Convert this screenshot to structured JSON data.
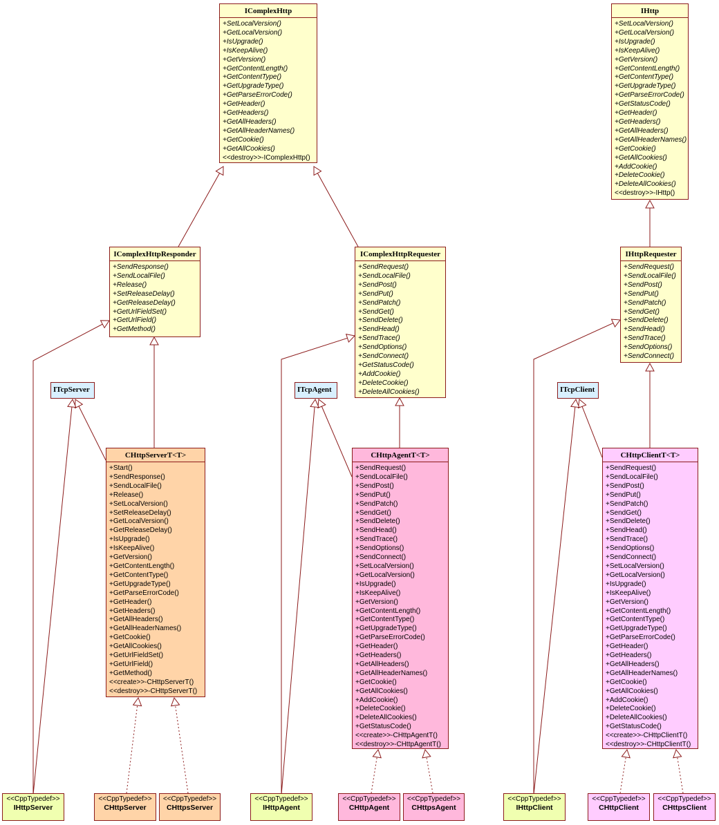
{
  "interfaces": {
    "icomplexhttp": {
      "name": "IComplexHttp",
      "methods": [
        "+SetLocalVersion()",
        "+GetLocalVersion()",
        "+IsUpgrade()",
        "+IsKeepAlive()",
        "+GetVersion()",
        "+GetContentLength()",
        "+GetContentType()",
        "+GetUpgradeType()",
        "+GetParseErrorCode()",
        "+GetHeader()",
        "+GetHeaders()",
        "+GetAllHeaders()",
        "+GetAllHeaderNames()",
        "+GetCookie()",
        "+GetAllCookies()"
      ],
      "destructor": "<<destroy>>-IComplexHttp()"
    },
    "ihttp": {
      "name": "IHttp",
      "methods": [
        "+SetLocalVersion()",
        "+GetLocalVersion()",
        "+IsUpgrade()",
        "+IsKeepAlive()",
        "+GetVersion()",
        "+GetContentLength()",
        "+GetContentType()",
        "+GetUpgradeType()",
        "+GetParseErrorCode()",
        "+GetStatusCode()",
        "+GetHeader()",
        "+GetHeaders()",
        "+GetAllHeaders()",
        "+GetAllHeaderNames()",
        "+GetCookie()",
        "+GetAllCookies()",
        "+AddCookie()",
        "+DeleteCookie()",
        "+DeleteAllCookies()"
      ],
      "destructor": "<<destroy>>-IHttp()"
    },
    "responder": {
      "name": "IComplexHttpResponder",
      "methods": [
        "+SendResponse()",
        "+SendLocalFile()",
        "+Release()",
        "+SetReleaseDelay()",
        "+GetReleaseDelay()",
        "+GetUrlFieldSet()",
        "+GetUrlField()",
        "+GetMethod()"
      ]
    },
    "requester": {
      "name": "IComplexHttpRequester",
      "methods": [
        "+SendRequest()",
        "+SendLocalFile()",
        "+SendPost()",
        "+SendPut()",
        "+SendPatch()",
        "+SendGet()",
        "+SendDelete()",
        "+SendHead()",
        "+SendTrace()",
        "+SendOptions()",
        "+SendConnect()",
        "+GetStatusCode()",
        "+AddCookie()",
        "+DeleteCookie()",
        "+DeleteAllCookies()"
      ]
    },
    "ihttprequester": {
      "name": "IHttpRequester",
      "methods": [
        "+SendRequest()",
        "+SendLocalFile()",
        "+SendPost()",
        "+SendPut()",
        "+SendPatch()",
        "+SendGet()",
        "+SendDelete()",
        "+SendHead()",
        "+SendTrace()",
        "+SendOptions()",
        "+SendConnect()"
      ]
    }
  },
  "tcp": {
    "server": "ITcpServer",
    "agent": "ITcpAgent",
    "client": "ITcpClient"
  },
  "classes": {
    "server": {
      "name": "CHttpServerT<T>",
      "methods": [
        "+Start()",
        "+SendResponse()",
        "+SendLocalFile()",
        "+Release()",
        "+SetLocalVersion()",
        "+SetReleaseDelay()",
        "+GetLocalVersion()",
        "+GetReleaseDelay()",
        "+IsUpgrade()",
        "+IsKeepAlive()",
        "+GetVersion()",
        "+GetContentLength()",
        "+GetContentType()",
        "+GetUpgradeType()",
        "+GetParseErrorCode()",
        "+GetHeader()",
        "+GetHeaders()",
        "+GetAllHeaders()",
        "+GetAllHeaderNames()",
        "+GetCookie()",
        "+GetAllCookies()",
        "+GetUrlFieldSet()",
        "+GetUrlField()",
        "+GetMethod()",
        "<<create>>-CHttpServerT()",
        "<<destroy>>-CHttpServerT()"
      ]
    },
    "agent": {
      "name": "CHttpAgentT<T>",
      "methods": [
        "+SendRequest()",
        "+SendLocalFile()",
        "+SendPost()",
        "+SendPut()",
        "+SendPatch()",
        "+SendGet()",
        "+SendDelete()",
        "+SendHead()",
        "+SendTrace()",
        "+SendOptions()",
        "+SendConnect()",
        "+SetLocalVersion()",
        "+GetLocalVersion()",
        "+IsUpgrade()",
        "+IsKeepAlive()",
        "+GetVersion()",
        "+GetContentLength()",
        "+GetContentType()",
        "+GetUpgradeType()",
        "+GetParseErrorCode()",
        "+GetHeader()",
        "+GetHeaders()",
        "+GetAllHeaders()",
        "+GetAllHeaderNames()",
        "+GetCookie()",
        "+GetAllCookies()",
        "+AddCookie()",
        "+DeleteCookie()",
        "+DeleteAllCookies()",
        "+GetStatusCode()",
        "<<create>>-CHttpAgentT()",
        "<<destroy>>-CHttpAgentT()"
      ]
    },
    "client": {
      "name": "CHttpClientT<T>",
      "methods": [
        "+SendRequest()",
        "+SendLocalFile()",
        "+SendPost()",
        "+SendPut()",
        "+SendPatch()",
        "+SendGet()",
        "+SendDelete()",
        "+SendHead()",
        "+SendTrace()",
        "+SendOptions()",
        "+SendConnect()",
        "+SetLocalVersion()",
        "+GetLocalVersion()",
        "+IsUpgrade()",
        "+IsKeepAlive()",
        "+GetVersion()",
        "+GetContentLength()",
        "+GetContentType()",
        "+GetUpgradeType()",
        "+GetParseErrorCode()",
        "+GetHeader()",
        "+GetHeaders()",
        "+GetAllHeaders()",
        "+GetAllHeaderNames()",
        "+GetCookie()",
        "+GetAllCookies()",
        "+AddCookie()",
        "+DeleteCookie()",
        "+DeleteAllCookies()",
        "+GetStatusCode()",
        "<<create>>-CHttpClientT()",
        "<<destroy>>-CHttpClientT()"
      ]
    }
  },
  "typedefs": {
    "stereotype": "<<CppTypedef>>",
    "ihttpserver": "IHttpServer",
    "chttpserver": "CHttpServer",
    "chttpsserver": "CHttpsServer",
    "ihttpagent": "IHttpAgent",
    "chttpagent": "CHttpAgent",
    "chttpsagent": "CHttpsAgent",
    "ihttpclient": "IHttpClient",
    "chttpclient": "CHttpClient",
    "chttpsclient": "CHttpsClient"
  },
  "colors": {
    "line": "#8b1a1a",
    "interface_fill": "#ffffcc",
    "server_fill": "#ffd4a8",
    "agent_fill": "#ffb8dc",
    "client_fill": "#ffccff",
    "tcp_fill": "#d9f0ff",
    "typedef_fill": "#f0ffb0"
  }
}
